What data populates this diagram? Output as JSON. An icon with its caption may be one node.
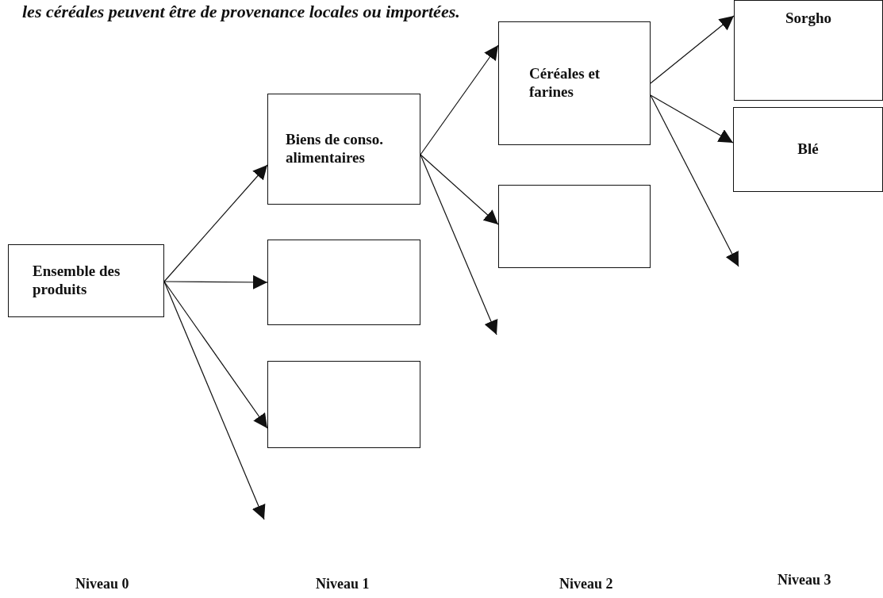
{
  "diagram": {
    "nodes": [
      {
        "text": [
          "Ensemble des produits"
        ]
      },
      {
        "text": [
          "Biens de conso. alimentaires"
        ]
      },
      {
        "text": [],
        "shape": "box"
      },
      {
        "text": [],
        "shape": "box"
      },
      {
        "text": [
          "Céréales et farines"
        ]
      },
      {
        "text": [],
        "shape": "box"
      },
      {
        "text": [
          "Sorgho"
        ]
      },
      {
        "text": [
          "Blé"
        ]
      }
    ],
    "edges": [
      {
        "from": 0,
        "to": 1,
        "arrow": "to"
      },
      {
        "from": 0,
        "to": 2,
        "arrow": "to"
      },
      {
        "from": 0,
        "to": 3,
        "arrow": "to"
      },
      {
        "from": 0,
        "to": null,
        "arrow": "to"
      },
      {
        "from": 1,
        "to": 4,
        "arrow": "to"
      },
      {
        "from": 1,
        "to": 5,
        "arrow": "to"
      },
      {
        "from": 1,
        "to": null,
        "arrow": "to"
      },
      {
        "from": 4,
        "to": 6,
        "arrow": "to"
      },
      {
        "from": 4,
        "to": 7,
        "arrow": "to"
      },
      {
        "from": 4,
        "to": null,
        "arrow": "to"
      }
    ],
    "labels": [
      "les céréales peuvent être de provenance locales ou importées.",
      "Niveau 0",
      "Niveau 1",
      "Niveau 2",
      "Niveau 3"
    ]
  }
}
